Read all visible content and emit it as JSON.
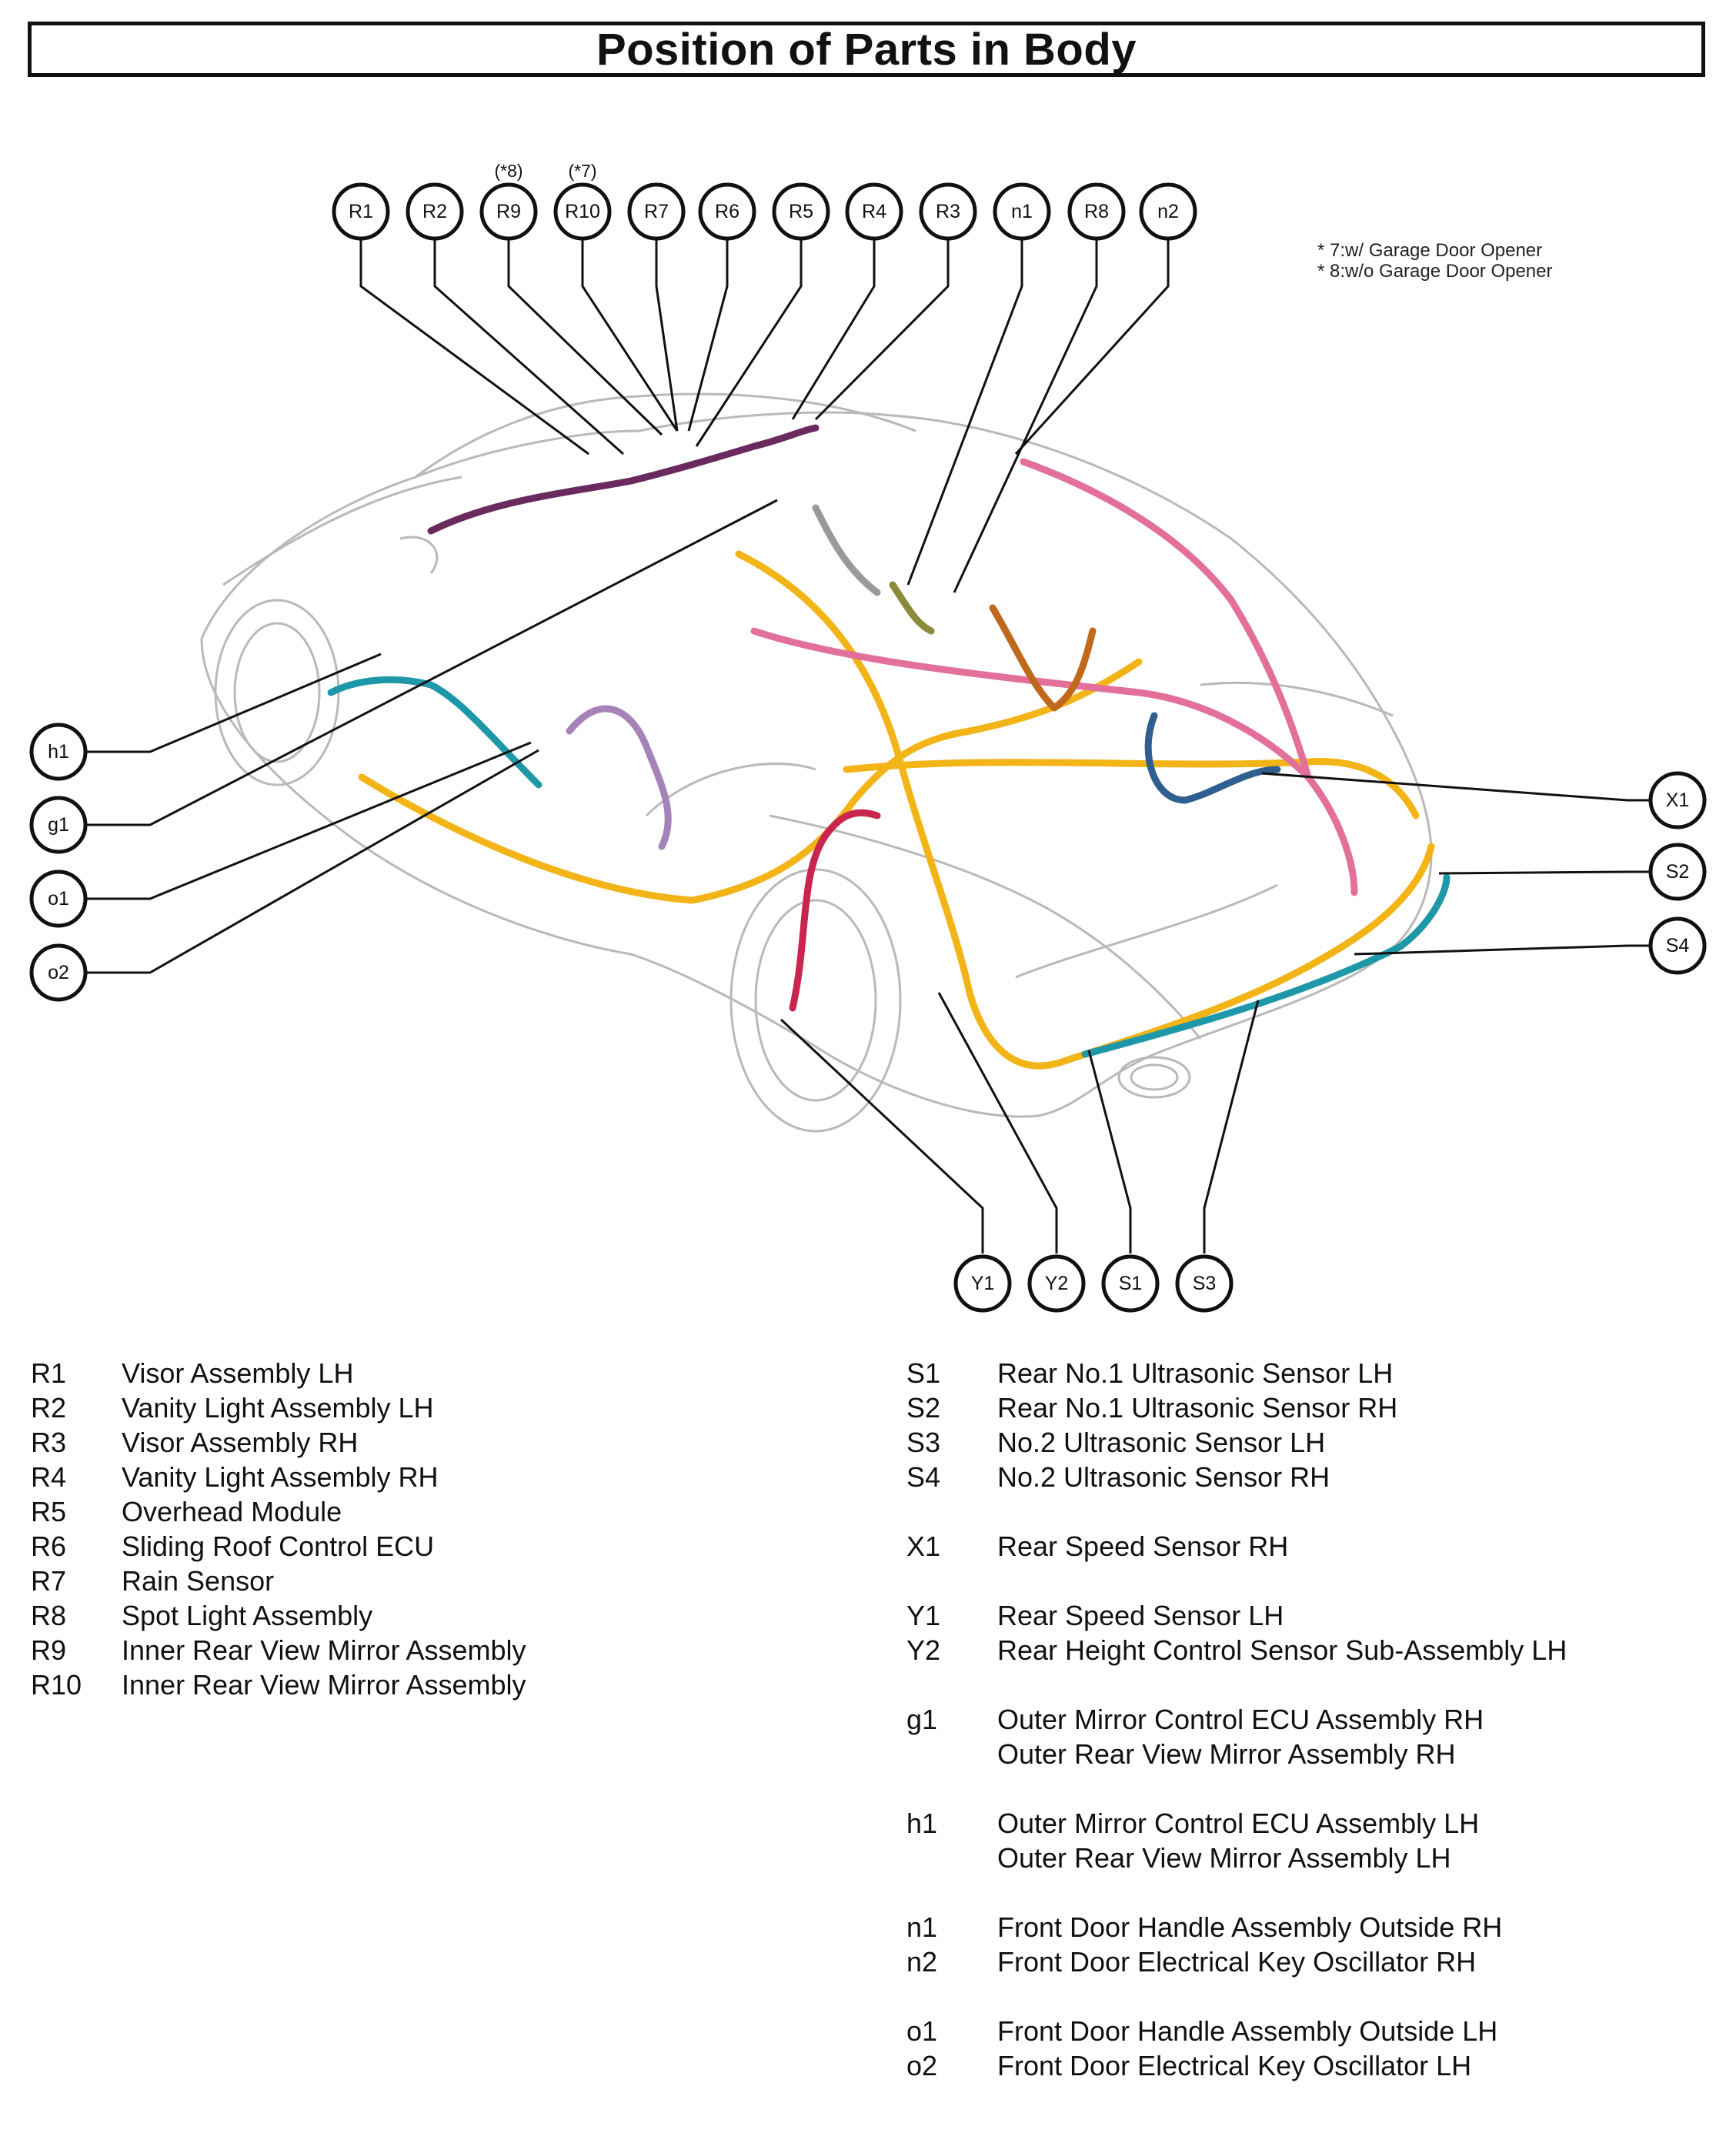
{
  "title": "Position of Parts in Body",
  "notes": [
    "* 7:w/ Garage Door Opener",
    "* 8:w/o Garage Door Opener"
  ],
  "callouts": {
    "top": [
      {
        "id": "R1",
        "note": ""
      },
      {
        "id": "R2",
        "note": ""
      },
      {
        "id": "R9",
        "note": "(*8)"
      },
      {
        "id": "R10",
        "note": "(*7)"
      },
      {
        "id": "R7",
        "note": ""
      },
      {
        "id": "R6",
        "note": ""
      },
      {
        "id": "R5",
        "note": ""
      },
      {
        "id": "R4",
        "note": ""
      },
      {
        "id": "R3",
        "note": ""
      },
      {
        "id": "n1",
        "note": ""
      },
      {
        "id": "R8",
        "note": ""
      },
      {
        "id": "n2",
        "note": ""
      }
    ],
    "left": [
      "h1",
      "g1",
      "o1",
      "o2"
    ],
    "right": [
      "X1",
      "S2",
      "S4"
    ],
    "bottom": [
      "Y1",
      "Y2",
      "S1",
      "S3"
    ]
  },
  "legend_left": [
    {
      "code": "R1",
      "lines": [
        "Visor Assembly LH"
      ]
    },
    {
      "code": "R2",
      "lines": [
        "Vanity Light Assembly LH"
      ]
    },
    {
      "code": "R3",
      "lines": [
        "Visor Assembly RH"
      ]
    },
    {
      "code": "R4",
      "lines": [
        "Vanity Light Assembly RH"
      ]
    },
    {
      "code": "R5",
      "lines": [
        "Overhead Module"
      ]
    },
    {
      "code": "R6",
      "lines": [
        "Sliding Roof Control ECU"
      ]
    },
    {
      "code": "R7",
      "lines": [
        "Rain Sensor"
      ]
    },
    {
      "code": "R8",
      "lines": [
        "Spot Light Assembly"
      ]
    },
    {
      "code": "R9",
      "lines": [
        "Inner Rear View Mirror Assembly"
      ]
    },
    {
      "code": "R10",
      "lines": [
        "Inner Rear View Mirror Assembly"
      ]
    }
  ],
  "legend_right": [
    {
      "code": "S1",
      "lines": [
        "Rear No.1 Ultrasonic Sensor LH"
      ]
    },
    {
      "code": "S2",
      "lines": [
        "Rear No.1 Ultrasonic Sensor RH"
      ]
    },
    {
      "code": "S3",
      "lines": [
        "No.2 Ultrasonic Sensor LH"
      ]
    },
    {
      "code": "S4",
      "lines": [
        "No.2 Ultrasonic Sensor RH"
      ]
    },
    {
      "gap": true
    },
    {
      "code": "X1",
      "lines": [
        "Rear Speed Sensor RH"
      ]
    },
    {
      "gap": true
    },
    {
      "code": "Y1",
      "lines": [
        "Rear Speed Sensor LH"
      ]
    },
    {
      "code": "Y2",
      "lines": [
        "Rear Height Control Sensor Sub-Assembly LH"
      ]
    },
    {
      "gap": true
    },
    {
      "code": "g1",
      "lines": [
        "Outer Mirror Control ECU Assembly RH",
        "Outer Rear View Mirror Assembly RH"
      ]
    },
    {
      "gap": true
    },
    {
      "code": "h1",
      "lines": [
        "Outer Mirror Control ECU Assembly LH",
        "Outer Rear View Mirror Assembly LH"
      ]
    },
    {
      "gap": true
    },
    {
      "code": "n1",
      "lines": [
        "Front Door Handle Assembly Outside RH"
      ]
    },
    {
      "code": "n2",
      "lines": [
        "Front Door Electrical Key Oscillator RH"
      ]
    },
    {
      "gap": true
    },
    {
      "code": "o1",
      "lines": [
        "Front Door Handle Assembly Outside LH"
      ]
    },
    {
      "code": "o2",
      "lines": [
        "Front Door Electrical Key Oscillator LH"
      ]
    }
  ],
  "harness_colors": {
    "yellow": "#f2b416",
    "teal": "#1e98a8",
    "pink": "#e2709a",
    "purple": "#6b2a5e",
    "lilac": "#a583b8",
    "brown": "#c0691d",
    "crimson": "#c8264e",
    "navy": "#2f5f8e",
    "olive": "#8a8a3a",
    "gray": "#9a9a9a"
  }
}
